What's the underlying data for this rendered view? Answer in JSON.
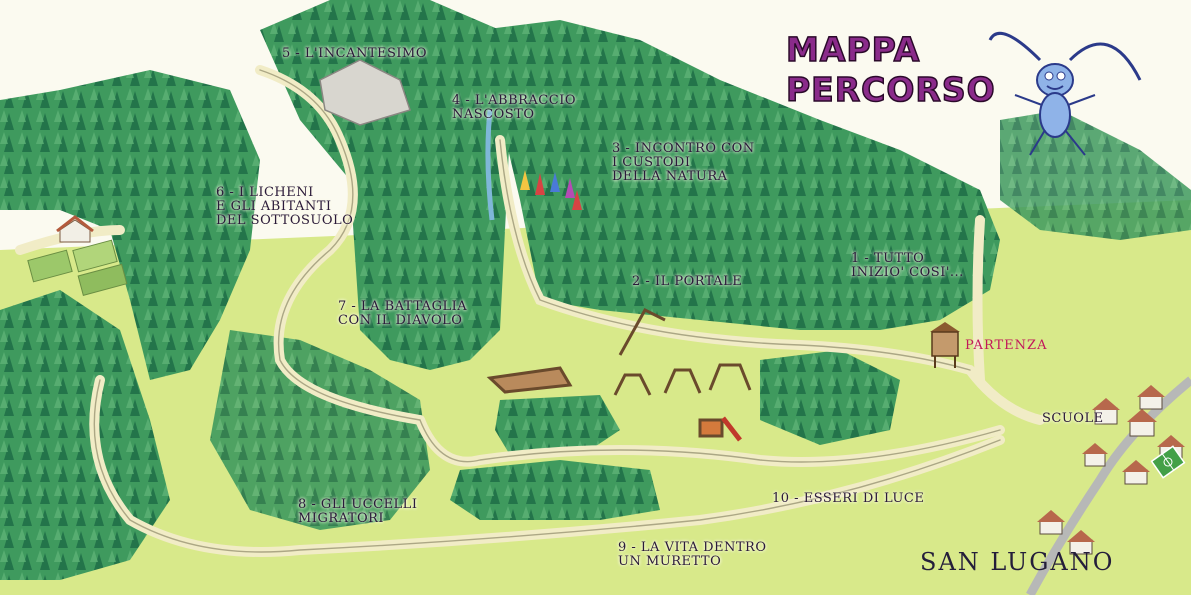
{
  "title": {
    "line1": "MAPPA",
    "line2": "PERCORSO"
  },
  "stations": [
    {
      "id": "1",
      "lines": [
        "1 - TUTTO",
        "INIZIO' COSI'..."
      ]
    },
    {
      "id": "2",
      "lines": [
        "2 - IL PORTALE"
      ]
    },
    {
      "id": "3",
      "lines": [
        "3 - INCONTRO CON",
        "I CUSTODI",
        "DELLA NATURA"
      ]
    },
    {
      "id": "4",
      "lines": [
        "4 - L'ABBRACCIO",
        "NASCOSTO"
      ]
    },
    {
      "id": "5",
      "lines": [
        "5 - L'INCANTESIMO"
      ]
    },
    {
      "id": "6",
      "lines": [
        "6 - I LICHENI",
        "E GLI ABITANTI",
        "DEL SOTTOSUOLO"
      ]
    },
    {
      "id": "7",
      "lines": [
        "7 - LA BATTAGLIA",
        "CON IL DIAVOLO"
      ]
    },
    {
      "id": "8",
      "lines": [
        "8 - GLI UCCELLI",
        "MIGRATORI"
      ]
    },
    {
      "id": "9",
      "lines": [
        "9 - LA VITA DENTRO",
        "UN MURETTO"
      ]
    },
    {
      "id": "10",
      "lines": [
        "10 - ESSERI DI LUCE"
      ]
    }
  ],
  "places": {
    "start": "PARTENZA",
    "school": "SCUOLE",
    "town": "SAN LUGANO"
  },
  "colors": {
    "title": "#8a2b8a",
    "start": "#c2185b",
    "forest": "#2e8b57",
    "meadow": "#d8e98a",
    "path": "#f1ecc6"
  },
  "icons": [
    "insect-mascot-icon",
    "start-signboard-icon",
    "village-houses-icon",
    "football-pitch-icon"
  ]
}
